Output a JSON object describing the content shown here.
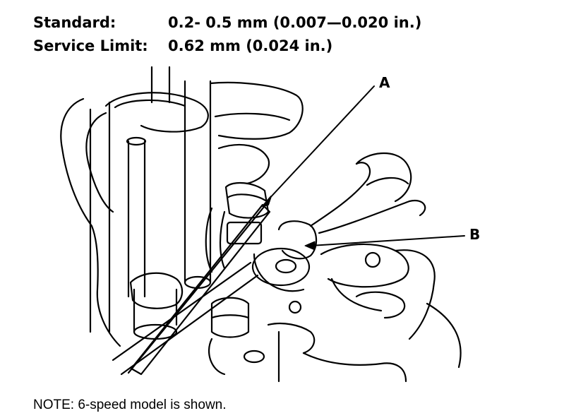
{
  "specs": {
    "standard_label": "Standard:",
    "standard_value": "0.2- 0.5 mm (0.007—0.020 in.)",
    "service_limit_label": "Service Limit:",
    "service_limit_value": "0.62 mm (0.024 in.)"
  },
  "callouts": {
    "a": "A",
    "b": "B"
  },
  "note": "NOTE: 6-speed model is shown."
}
